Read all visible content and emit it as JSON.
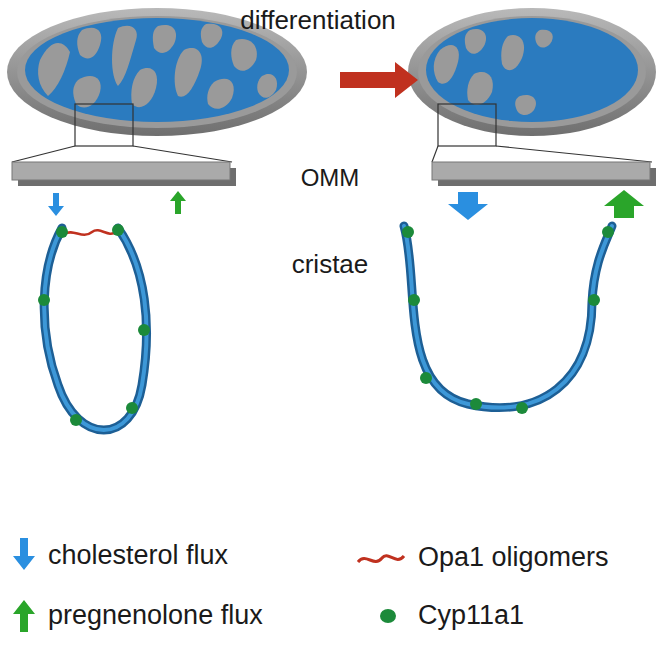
{
  "diagram": {
    "labels": [
      "differentiation",
      "OMM",
      "cristae"
    ],
    "legend": [
      {
        "text": "cholesterol flux"
      },
      {
        "text": "pregnenolone flux"
      },
      {
        "text": "Opa1 oligomers"
      },
      {
        "text": "Cyp11a1"
      }
    ]
  }
}
